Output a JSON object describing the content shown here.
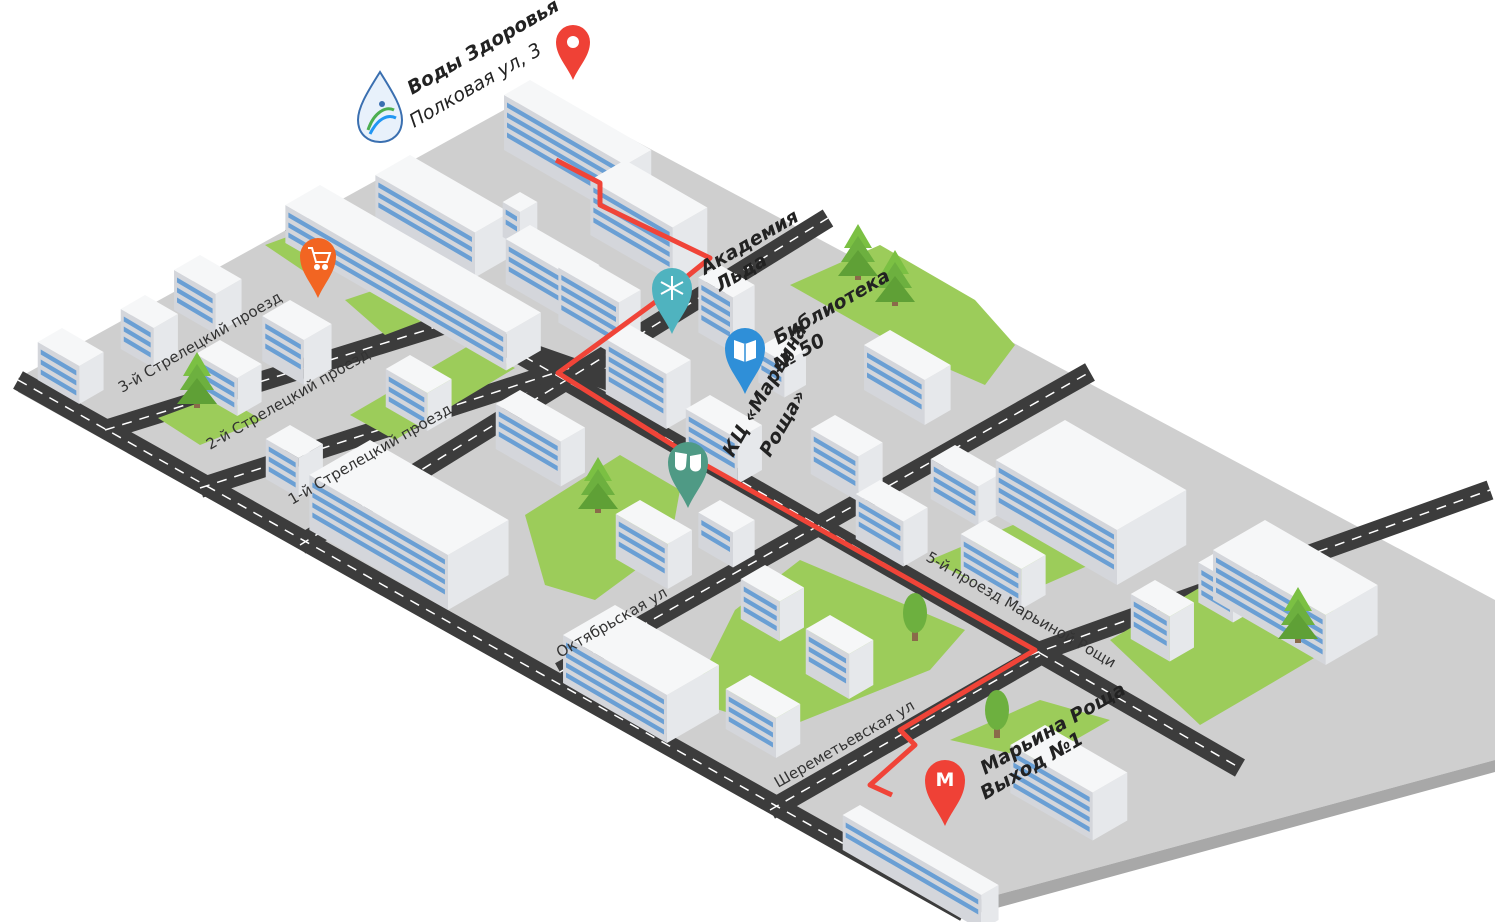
{
  "colors": {
    "road": "#3c3c3c",
    "road_dash": "#ffffff",
    "ground": "#dcdcdc",
    "ground_side": "#bfbfbf",
    "park": "#9ccc5a",
    "park_side": "#7aa843",
    "route": "#f04438",
    "building_top": "#f4f5f7",
    "building_side": "#d4d6db",
    "window": "#6a9fd4",
    "tree": "#6db03f",
    "pin_red": "#ef4136",
    "pin_orange": "#f26522",
    "pin_teal": "#4fb3bf",
    "pin_blue": "#2f8fd8",
    "pin_green": "#4f9a85"
  },
  "pois": {
    "water": {
      "name": "Воды Здоровья",
      "address": "Полковая ул, 3",
      "icon": "water-drop-logo-icon"
    },
    "academy": {
      "line1": "Академия",
      "line2": "Льда",
      "icon": "snowflake-icon"
    },
    "library": {
      "line1": "Библиотека",
      "line2": "№ 50",
      "icon": "book-icon"
    },
    "culture": {
      "line1": "КЦ «Марьина",
      "line2": "Роща»",
      "icon": "theater-masks-icon"
    },
    "shop": {
      "icon": "shopping-cart-icon"
    },
    "metro": {
      "line1": "Марьина Роща",
      "line2": "Выход №1",
      "icon": "metro-icon",
      "symbol": "М"
    }
  },
  "streets": {
    "strel3": "3-й Стрелецкий проезд",
    "strel2": "2-й Стрелецкий проезд",
    "strel1": "1-й Стрелецкий проезд",
    "oktyabrskaya": "Октябрьская ул",
    "sheremetevskaya": "Шереметьевская ул",
    "marina5": "5-й проезд Марьиной Рощи"
  }
}
